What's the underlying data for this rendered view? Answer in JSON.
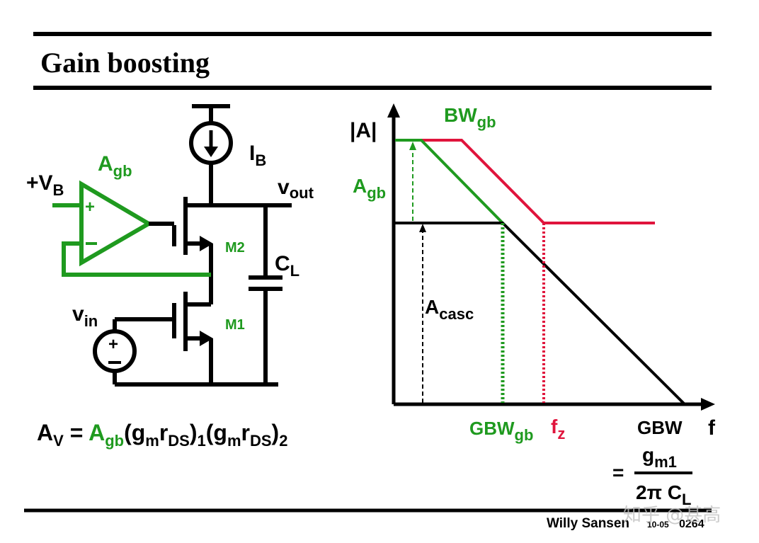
{
  "slide": {
    "title": "Gain boosting",
    "footer": {
      "author": "Willy Sansen",
      "date_code": "10-05",
      "page": "0264",
      "watermark": "知乎 @甚高"
    }
  },
  "colors": {
    "black": "#000000",
    "green": "#1f9a1f",
    "red": "#e0143c"
  },
  "circuit": {
    "amp_label_main": "A",
    "amp_label_sub": "gb",
    "vb_label_main": "+V",
    "vb_label_sub": "B",
    "ib_label_main": "I",
    "ib_label_sub": "B",
    "vout_label_main": "v",
    "vout_label_sub": "out",
    "vin_label_main": "v",
    "vin_label_sub": "in",
    "m2_label": "M2",
    "m1_label": "M1",
    "cl_label_main": "C",
    "cl_label_sub": "L",
    "plus_sign": "+",
    "minus_sign": "−"
  },
  "plot": {
    "y_axis_label": "|A|",
    "x_axis_label": "f",
    "bwgb_main": "BW",
    "bwgb_sub": "gb",
    "agb_main": "A",
    "agb_sub": "gb",
    "acasc_main": "A",
    "acasc_sub": "casc",
    "gbwgb_main": "GBW",
    "gbwgb_sub": "gb",
    "fz_main": "f",
    "fz_sub": "z",
    "gbw_label": "GBW",
    "eq_sign": "=",
    "num_main": "g",
    "num_sub": "m1",
    "den_main": "2π C",
    "den_sub": "L"
  },
  "equation": {
    "av_main": "A",
    "av_sub": "V",
    "eq": " = ",
    "agb_main": "A",
    "agb_sub": "gb",
    "open1": "(g",
    "m1": "m",
    "r1": "r",
    "ds1": "DS",
    "close1": ")",
    "one": "1",
    "open2": "(g",
    "m2": "m",
    "r2": "r",
    "ds2": "DS",
    "close2": ")",
    "two": "2"
  }
}
